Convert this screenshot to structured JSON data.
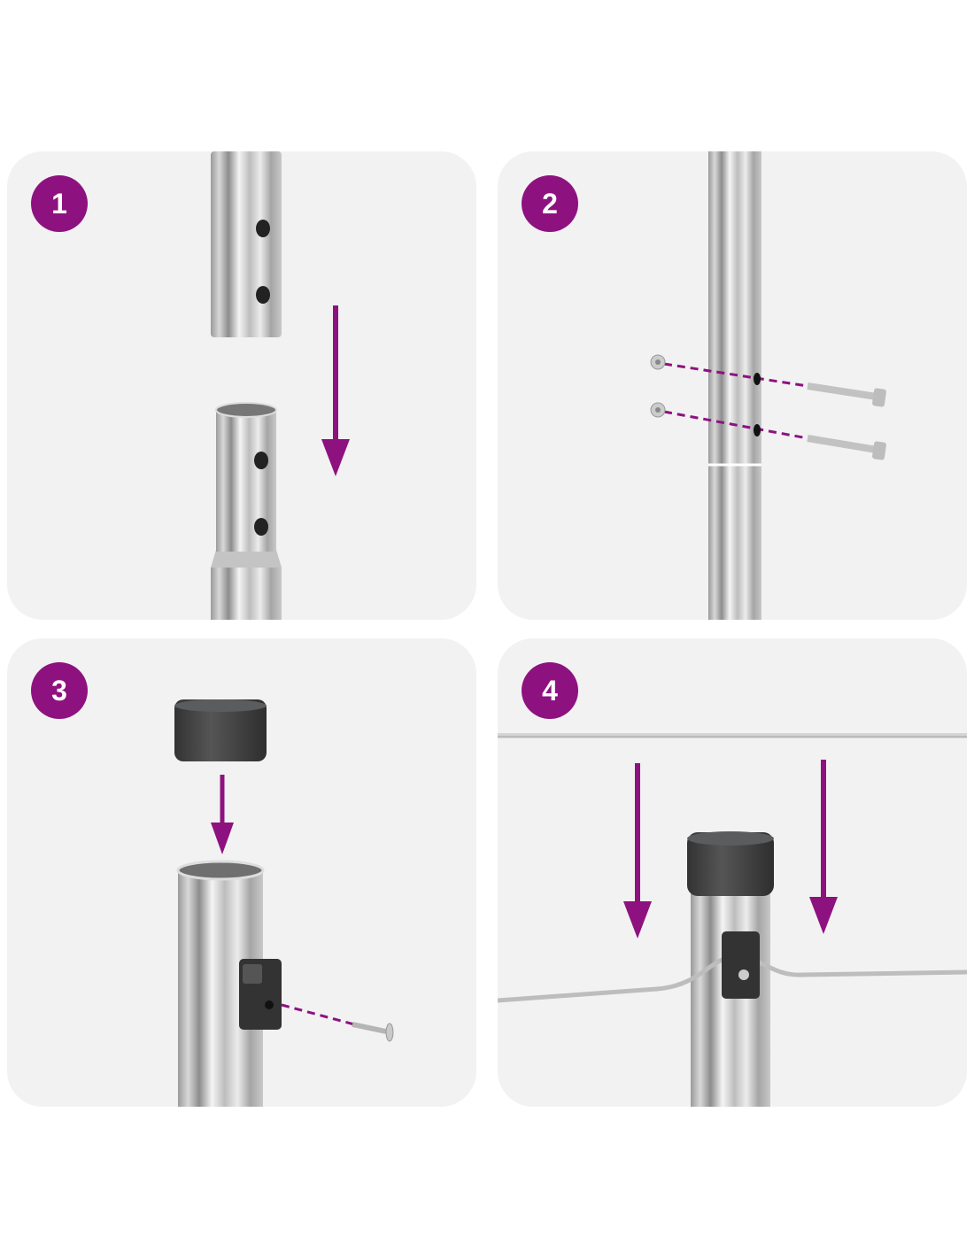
{
  "steps": [
    {
      "number": "1",
      "illustration": "insert-upper-tube-into-lower-tube"
    },
    {
      "number": "2",
      "illustration": "bolt-tubes-together"
    },
    {
      "number": "3",
      "illustration": "attach-cap-and-wire-clip"
    },
    {
      "number": "4",
      "illustration": "fit-cap-and-wire-onto-post"
    }
  ],
  "colors": {
    "accent": "#8e1180",
    "panel": "#f2f2f2",
    "cap": "#3e4042",
    "background": "#ffffff"
  }
}
